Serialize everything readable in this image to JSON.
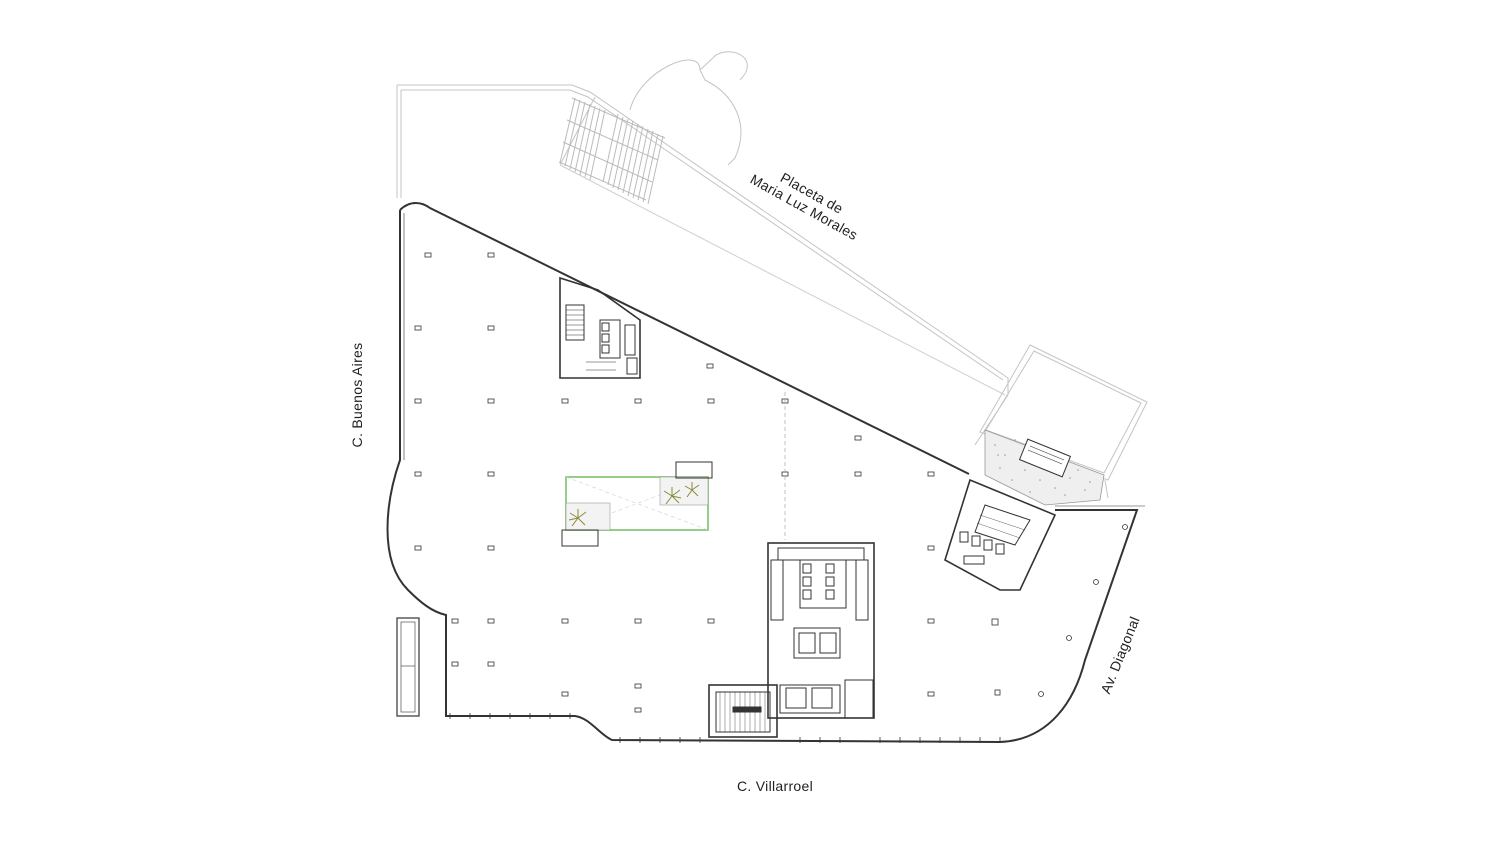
{
  "plan": {
    "streets": {
      "villarroel": "C. Villarroel",
      "buenos_aires": "C. Buenos Aires",
      "diagonal": "Av. Diagonal",
      "placeta_line1": "Placeta de",
      "placeta_line2": "Maria Luz Morales"
    },
    "colors": {
      "wall": "#333333",
      "context": "#bdbdbd",
      "patio_outline": "#7cc26a",
      "vegetation": "#8a8a3a",
      "paving": "#9a9a9a"
    }
  }
}
